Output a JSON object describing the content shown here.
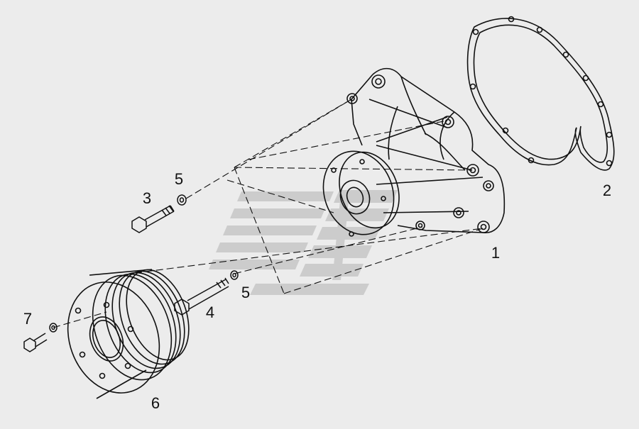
{
  "diagram": {
    "callouts": [
      {
        "id": "c1",
        "text": "1"
      },
      {
        "id": "c2",
        "text": "2"
      },
      {
        "id": "c3",
        "text": "3"
      },
      {
        "id": "c4",
        "text": "4"
      },
      {
        "id": "c5a",
        "text": "5"
      },
      {
        "id": "c5b",
        "text": "5"
      },
      {
        "id": "c6",
        "text": "6"
      },
      {
        "id": "c7",
        "text": "7"
      }
    ]
  },
  "colors": {
    "background": "#ececec",
    "line": "#111111",
    "watermark": "#c9c9c9"
  }
}
